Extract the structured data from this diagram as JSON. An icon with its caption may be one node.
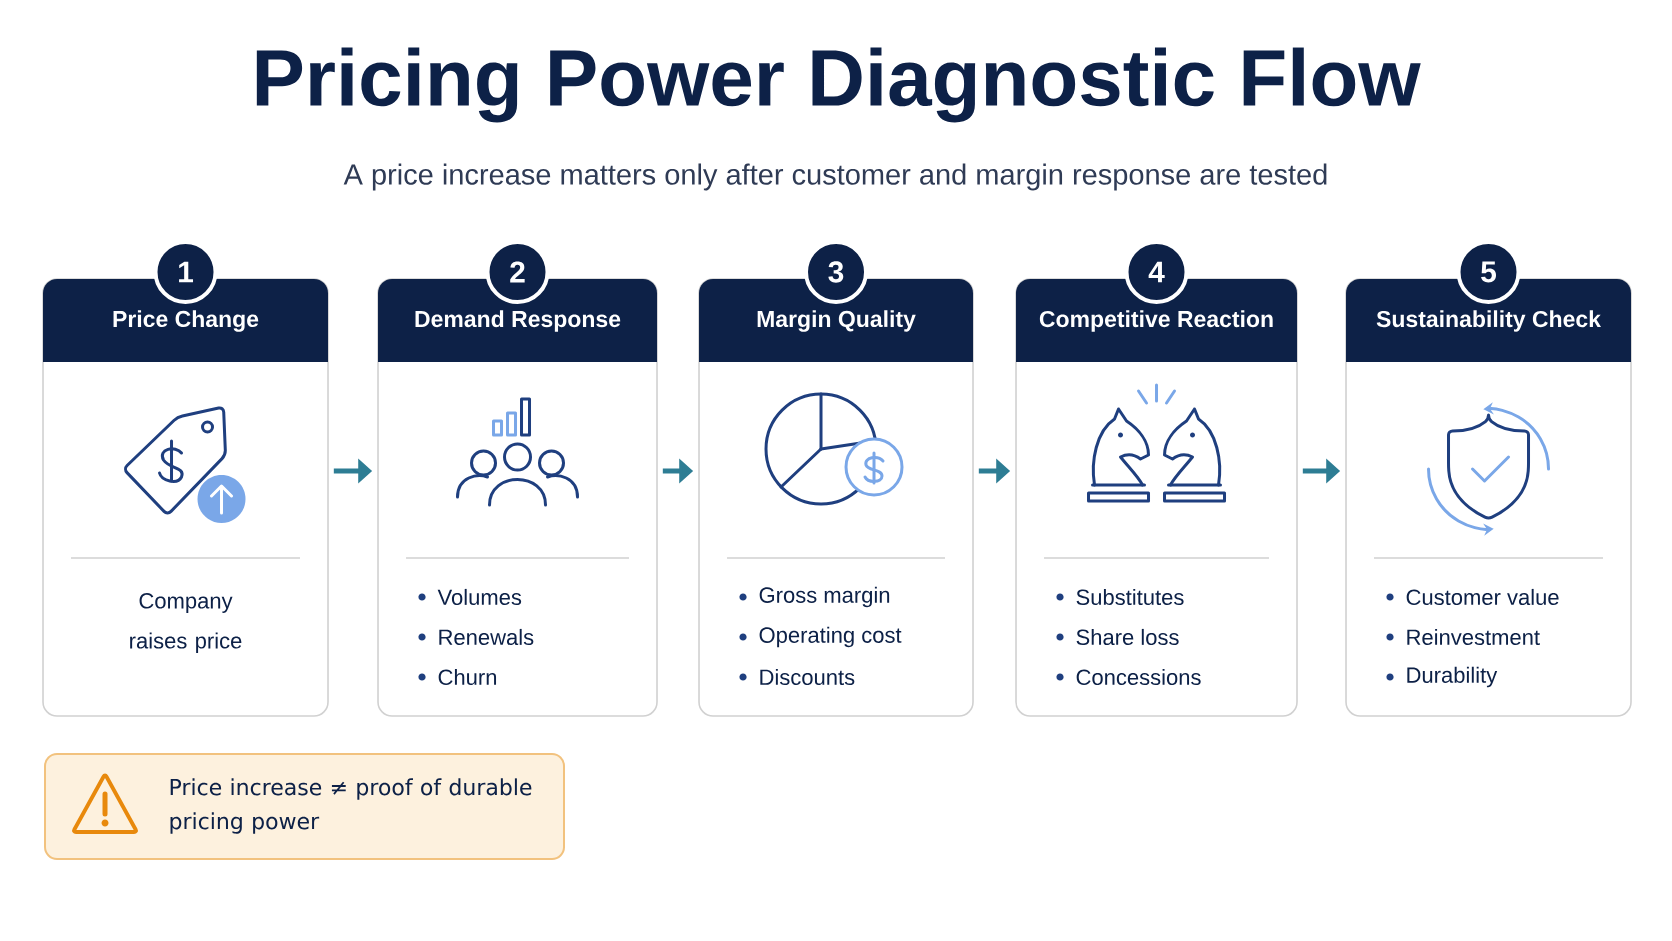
{
  "diagram": {
    "title": "Pricing Power Diagnostic Flow",
    "nodes": [
      {
        "text": [
          "1",
          "Price Change",
          "Company raises price"
        ]
      },
      {
        "text": [
          "2",
          "Demand Response",
          "Volumes",
          "Renewals",
          "Churn"
        ]
      },
      {
        "text": [
          "3",
          "Margin Quality",
          "Gross margin",
          "Operating cost",
          "Discounts"
        ]
      },
      {
        "text": [
          "4",
          "Competitive Reaction",
          "Substitutes",
          "Share loss",
          "Concessions"
        ]
      },
      {
        "text": [
          "5",
          "Sustainability Check",
          "Customer value",
          "Reinvestment",
          "Durability"
        ]
      },
      {
        "text": [
          "Price increase ≠ proof of durable pricing power"
        ]
      }
    ],
    "edges": [
      {
        "from": 0,
        "to": 1,
        "arrow": "to"
      },
      {
        "from": 1,
        "to": 2,
        "arrow": "to"
      },
      {
        "from": 2,
        "to": 3,
        "arrow": "to"
      },
      {
        "from": 3,
        "to": 4,
        "arrow": "to"
      }
    ],
    "labels": [
      "A price increase matters only after customer and margin response are tested"
    ]
  }
}
